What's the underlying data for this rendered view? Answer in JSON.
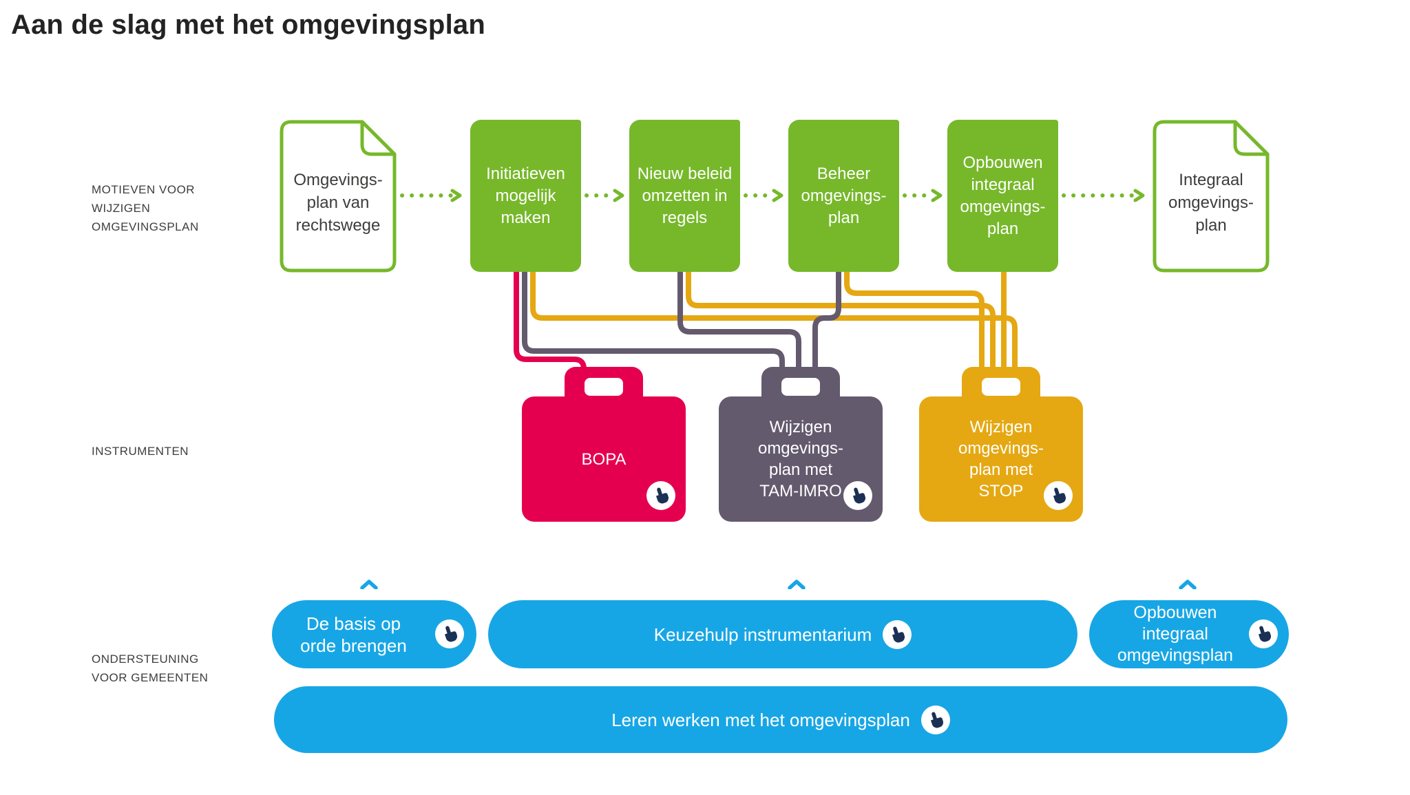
{
  "title": "Aan de slag met het omgevingsplan",
  "colors": {
    "green": "#76b82a",
    "pink": "#e5004f",
    "purple": "#645a6e",
    "yellow": "#e5a812",
    "blue": "#17a6e5",
    "navy": "#1b3055"
  },
  "row_labels": {
    "motieven": "MOTIEVEN VOOR\nWIJZIGEN\nOMGEVINGSPLAN",
    "instrumenten": "INSTRUMENTEN",
    "ondersteuning": "ONDERSTEUNING\nVOOR GEMEENTEN"
  },
  "process_row": {
    "start_document": "Omgevings-\nplan van\nrechtswege",
    "steps": [
      "Initiatieven\nmogelijk\nmaken",
      "Nieuw beleid\nomzetten in\nregels",
      "Beheer\nomgevings-\nplan",
      "Opbouwen\nintegraal\nomgevings-\nplan"
    ],
    "end_document": "Integraal\nomgevings-\nplan"
  },
  "instruments": [
    {
      "id": "bopa",
      "label": "BOPA"
    },
    {
      "id": "tam-imro",
      "label": "Wijzigen\nomgevings-\nplan met\nTAM-IMRO"
    },
    {
      "id": "stop",
      "label": "Wijzigen\nomgevings-\nplan met\nSTOP"
    }
  ],
  "support": {
    "buttons": [
      {
        "label": "De basis op\norde brengen"
      },
      {
        "label": "Keuzehulp instrumentarium"
      },
      {
        "label": "Opbouwen\nintegraal\nomgevingsplan"
      }
    ],
    "wide_button": {
      "label": "Leren werken met het omgevingsplan"
    }
  }
}
